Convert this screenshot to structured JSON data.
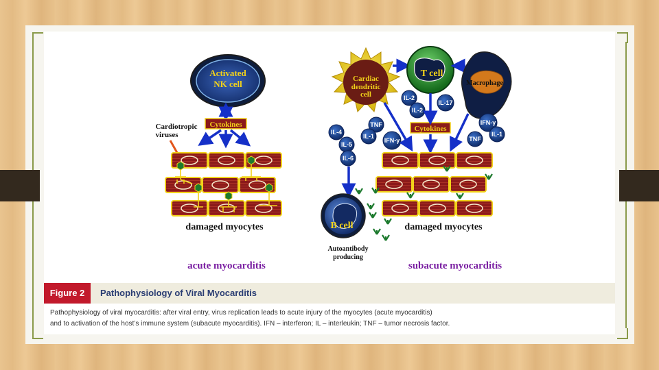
{
  "figure": {
    "number_label": "Figure 2",
    "title": "Pathophysiology of Viral Myocarditis",
    "caption_line1": "Pathophysiology of viral myocarditis: after viral entry, virus replication leads to acute injury of the myocytes (acute myocarditis)",
    "caption_line2": "and to activation of the host’s immune system (subacute myocarditis). IFN – interferon; IL – interleukin; TNF – tumor necrosis factor."
  },
  "acute": {
    "nk_line1": "Activated",
    "nk_line2": "NK cell",
    "cytokines": "Cytokines",
    "virus_label_line1": "Cardiotropic",
    "virus_label_line2": "viruses",
    "damaged": "damaged myocytes",
    "title": "acute myocarditis"
  },
  "subacute": {
    "dendritic_line1": "Cardiac",
    "dendritic_line2": "dendritic",
    "dendritic_line3": "cell",
    "tcell": "T cell",
    "macrophage": "Macrophage",
    "cytokines": "Cytokines",
    "bcell": "B cell",
    "autoantibody_line1": "Autoantibody",
    "autoantibody_line2": "producing",
    "damaged": "damaged myocytes",
    "title": "subacute myocarditis",
    "bubbles": {
      "il2a": "IL-2",
      "il2b": "IL-2",
      "il17": "IL-17",
      "tnf_left": "TNF",
      "il1_left": "IL-1",
      "ifn_left": "IFN-γ",
      "il4": "IL-4",
      "il5": "IL-5",
      "il6": "IL-6",
      "ifn_right": "IFN-γ",
      "il1_right": "IL-1",
      "tnf_right": "TNF"
    }
  },
  "colors": {
    "myocyte": "#8b1a1a",
    "myocyte_border": "#f2d21a",
    "arrow": "#1530c8",
    "cell_blue": "#1b3f8a",
    "cytokine_bg": "#8b1a1a",
    "purple": "#7a1fa2",
    "antibody": "#1d7a2e"
  }
}
